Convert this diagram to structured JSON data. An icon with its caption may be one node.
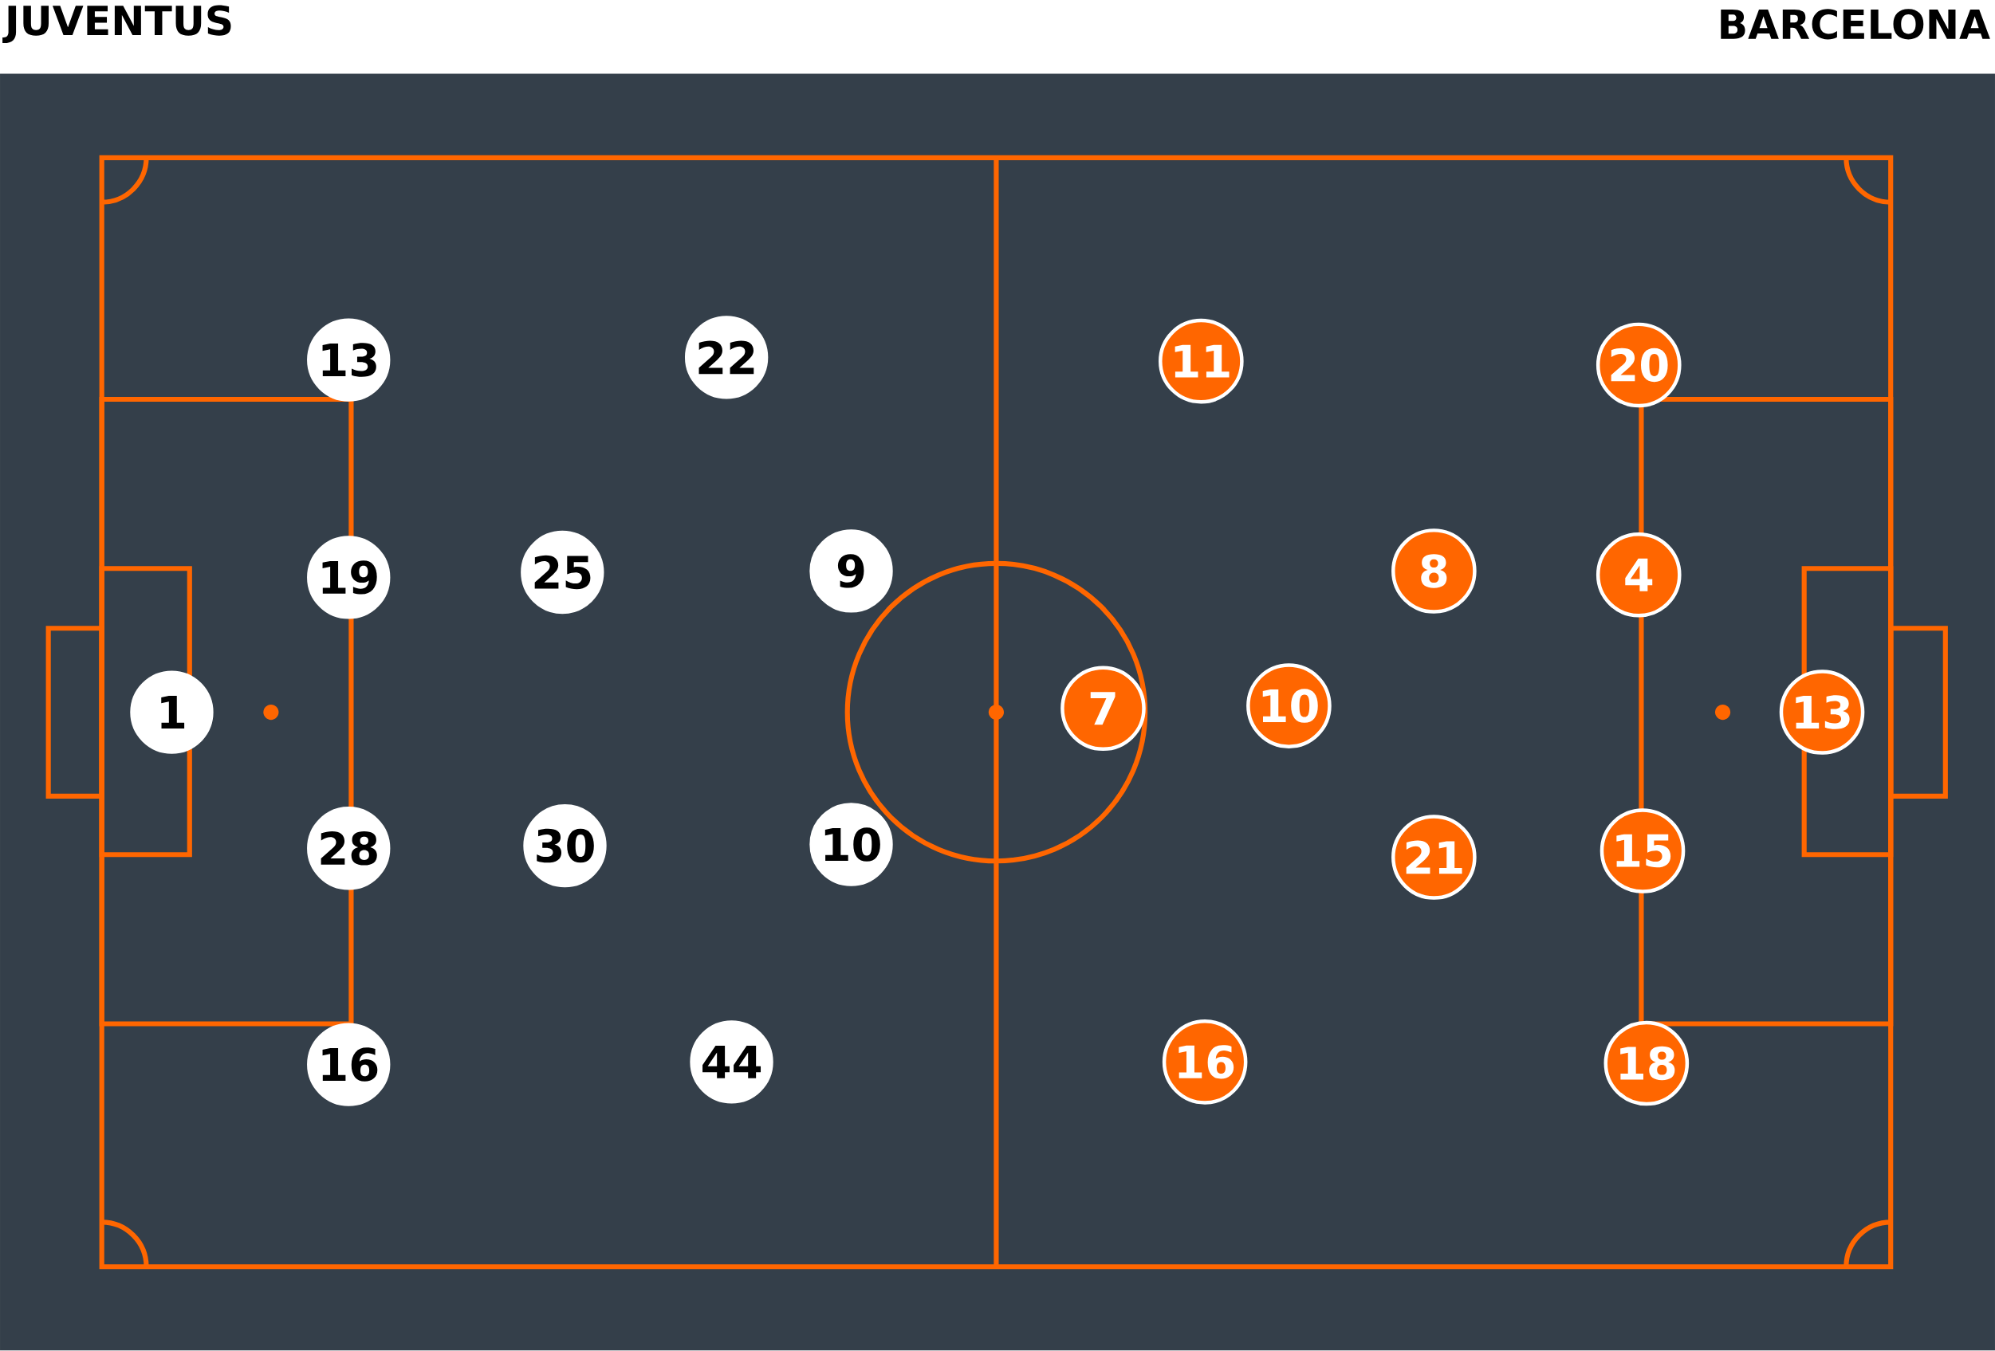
{
  "diagram": {
    "nodes": [
      {
        "text": [
          "1"
        ]
      },
      {
        "text": [
          "13"
        ]
      },
      {
        "text": [
          "19"
        ]
      },
      {
        "text": [
          "28"
        ]
      },
      {
        "text": [
          "16"
        ]
      },
      {
        "text": [
          "22"
        ]
      },
      {
        "text": [
          "25"
        ]
      },
      {
        "text": [
          "30"
        ]
      },
      {
        "text": [
          "44"
        ]
      },
      {
        "text": [
          "9"
        ]
      },
      {
        "text": [
          "10"
        ]
      },
      {
        "text": [
          "7"
        ]
      },
      {
        "text": [
          "11"
        ]
      },
      {
        "text": [
          "10"
        ]
      },
      {
        "text": [
          "16"
        ]
      },
      {
        "text": [
          "8"
        ]
      },
      {
        "text": [
          "21"
        ]
      },
      {
        "text": [
          "20"
        ]
      },
      {
        "text": [
          "4"
        ]
      },
      {
        "text": [
          "15"
        ]
      },
      {
        "text": [
          "18"
        ]
      },
      {
        "text": [
          "13"
        ]
      }
    ],
    "labels": [
      "JUVENTUS",
      "BARCELONA"
    ]
  }
}
